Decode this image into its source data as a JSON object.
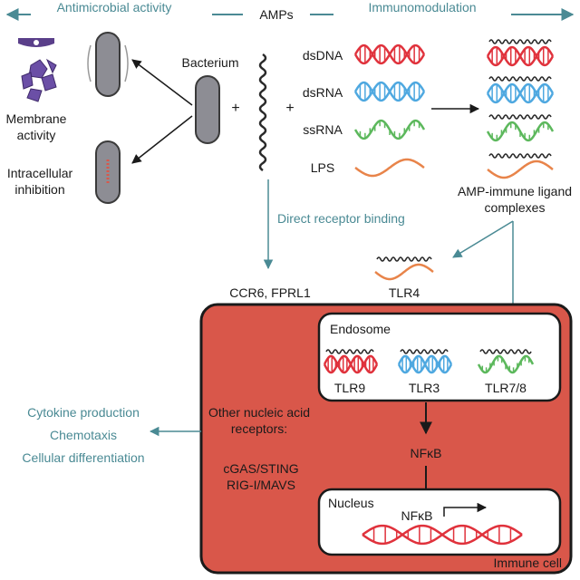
{
  "header": {
    "left": "Antimicrobial activity",
    "center": "AMPs",
    "right": "Immunomodulation"
  },
  "antimicrobial": {
    "membrane_label_line1": "Membrane",
    "membrane_label_line2": "activity",
    "intracellular_label_line1": "Intracellular",
    "intracellular_label_line2": "inhibition",
    "bacterium_label": "Bacterium",
    "plus": "+"
  },
  "ligands": {
    "items": [
      {
        "label": "dsDNA",
        "color": "#e0323c"
      },
      {
        "label": "dsRNA",
        "color": "#4ea8e0"
      },
      {
        "label": "ssRNA",
        "color": "#5cb85c"
      },
      {
        "label": "LPS",
        "color": "#e8844a"
      }
    ],
    "complexes_label_line1": "AMP-immune ligand",
    "complexes_label_line2": "complexes"
  },
  "receptors": {
    "direct_binding": "Direct receptor binding",
    "ccr6": "CCR6, FPRL1",
    "tlr4": "TLR4"
  },
  "immune_cell": {
    "label": "Immune cell",
    "fill_color": "#d9574a",
    "endosome": {
      "label": "Endosome",
      "tlrs": [
        "TLR9",
        "TLR3",
        "TLR7/8"
      ]
    },
    "other_receptors_line1": "Other nucleic acid",
    "other_receptors_line2": "receptors:",
    "cgas": "cGAS/STING",
    "rig": "RIG-I/MAVS",
    "nfkb": "NFκB",
    "nucleus": {
      "label": "Nucleus",
      "nfkb": "NFκB"
    }
  },
  "outcomes": [
    "Cytokine production",
    "Chemotaxis",
    "Cellular differentiation"
  ]
}
